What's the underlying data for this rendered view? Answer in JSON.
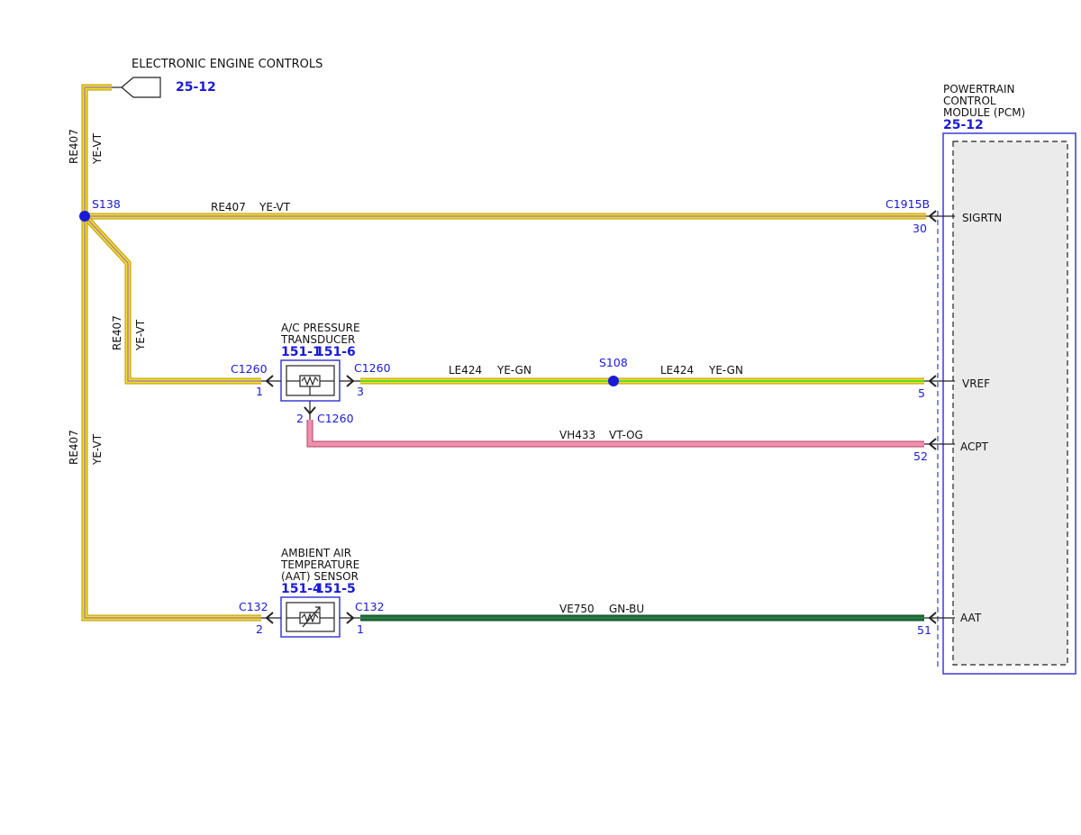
{
  "colors": {
    "wire_yellow": "#f2dc2a",
    "wire_yellow_edge": "#b89a00",
    "wire_violet": "#9c6fc6",
    "wire_green": "#22dd22",
    "wire_pink": "#f090b0",
    "wire_pink_edge": "#b04060",
    "wire_dark_green": "#1f6b3a",
    "module_border": "#3b3bd6",
    "module_fill": "#ebebeb",
    "connector_blue": "#1a1ad6",
    "splice_dot": "#1a1ad6"
  },
  "top_ref": {
    "label": "ELECTRONIC ENGINE CONTROLS",
    "page": "25-12"
  },
  "pcm": {
    "line1": "POWERTRAIN",
    "line2": "CONTROL",
    "line3": "MODULE (PCM)",
    "page": "25-12",
    "connector": "C1915B",
    "pins": [
      {
        "name": "SIGRTN",
        "pin": "30"
      },
      {
        "name": "VREF",
        "pin": "5"
      },
      {
        "name": "ACPT",
        "pin": "52"
      },
      {
        "name": "AAT",
        "pin": "51"
      }
    ]
  },
  "splices": {
    "s138": "S138",
    "s108": "S108"
  },
  "wires": {
    "top_vertical": {
      "circuit": "RE407",
      "color": "YE-VT"
    },
    "sigrtn": {
      "circuit": "RE407",
      "color": "YE-VT"
    },
    "branch": {
      "circuit": "RE407",
      "color": "YE-VT"
    },
    "main_vertical": {
      "circuit": "RE407",
      "color": "YE-VT"
    },
    "vref_left": {
      "circuit": "LE424",
      "color": "YE-GN"
    },
    "vref_right": {
      "circuit": "LE424",
      "color": "YE-GN"
    },
    "acpt": {
      "circuit": "VH433",
      "color": "VT-OG"
    },
    "aat": {
      "circuit": "VE750",
      "color": "GN-BU"
    }
  },
  "ac_transducer": {
    "line1": "A/C PRESSURE",
    "line2": "TRANSDUCER",
    "page1": "151-1",
    "page2": "151-6",
    "connector": "C1260",
    "pin_left": "1",
    "pin_right": "3",
    "pin_bottom": "2"
  },
  "aat_sensor": {
    "line1": "AMBIENT AIR",
    "line2": "TEMPERATURE",
    "line3": "(AAT) SENSOR",
    "page1": "151-4",
    "page2": "151-5",
    "connector": "C132",
    "pin_left": "2",
    "pin_right": "1"
  }
}
